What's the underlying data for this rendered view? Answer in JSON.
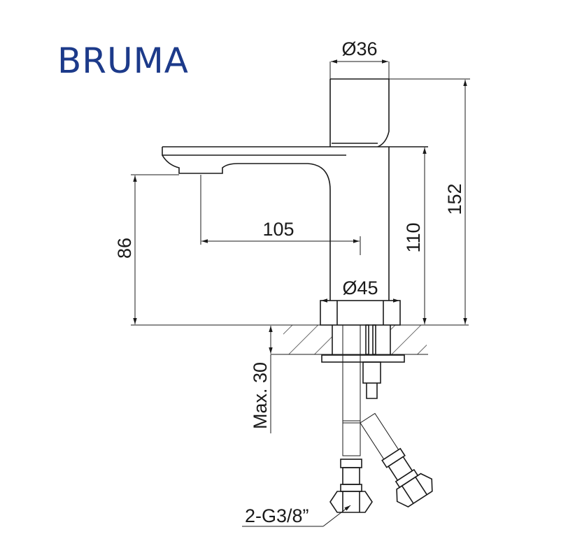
{
  "brand": {
    "name": "BRUMA",
    "color": "#1c3a8a"
  },
  "dimensions": {
    "handle_diameter": "Ø36",
    "base_diameter": "Ø45",
    "spout_reach": "105",
    "spout_height": "86",
    "body_height": "110",
    "total_height": "152",
    "max_counter_thickness": "Max. 30",
    "connection": "2-G3/8”"
  }
}
